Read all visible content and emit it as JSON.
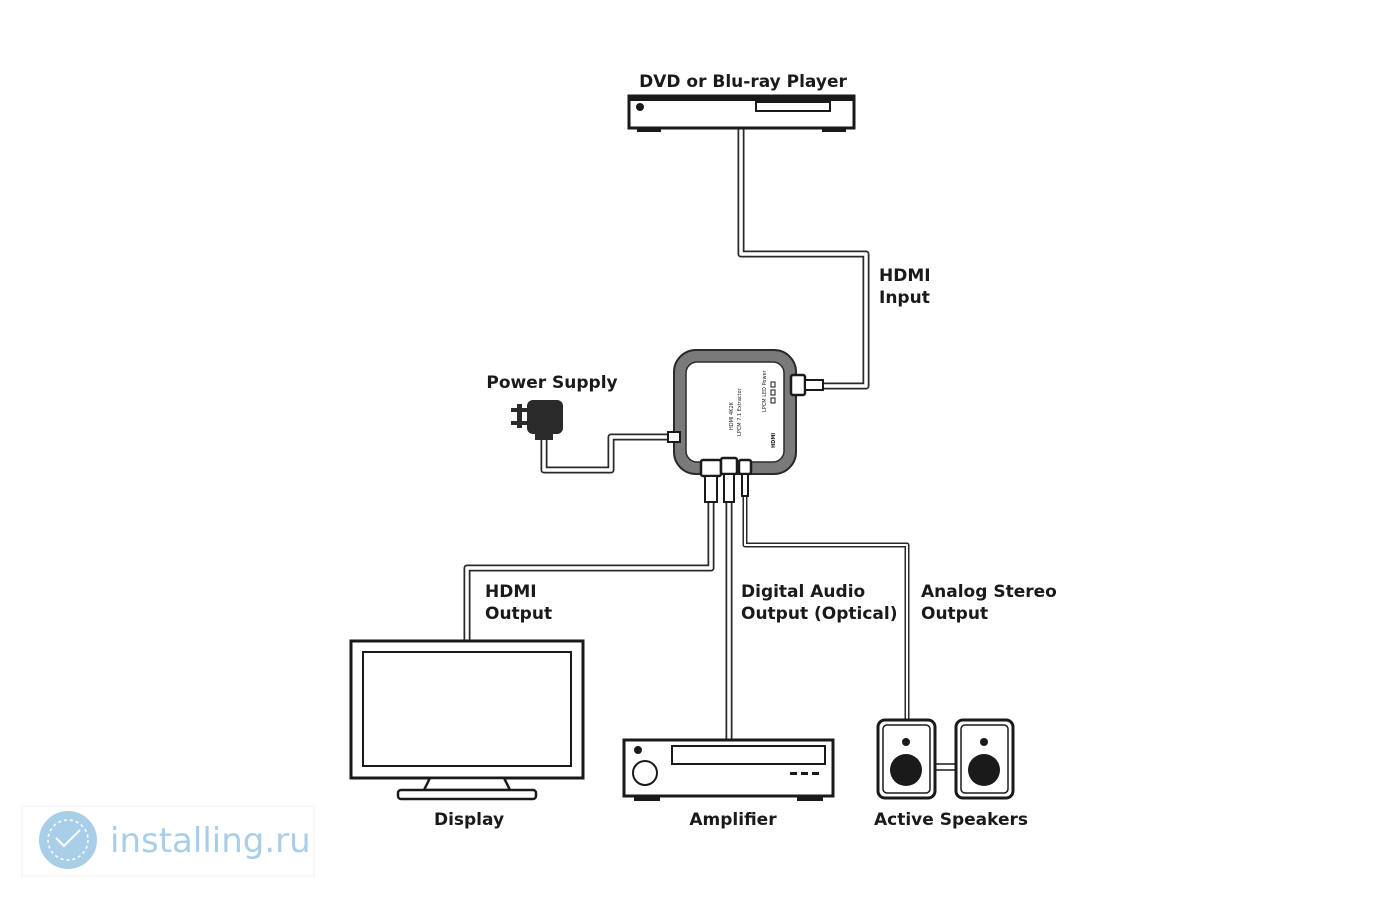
{
  "devices": {
    "player_label": "DVD or Blu-ray Player",
    "power_supply_label": "Power Supply",
    "display_label": "Display",
    "amplifier_label": "Amplifier",
    "speakers_label": "Active Speakers"
  },
  "connections": {
    "hdmi_input": [
      "HDMI",
      "Input"
    ],
    "hdmi_output": [
      "HDMI",
      "Output"
    ],
    "digital_audio_output": [
      "Digital Audio",
      "Output (Optical)"
    ],
    "analog_stereo_output": [
      "Analog Stereo",
      "Output"
    ]
  },
  "hub_device": {
    "model_line_1": "HDMI 4K2K",
    "model_line_2": "LPCM 7.1 Extractor",
    "indicator_text": "LPCM LED Power",
    "hdmi_logo": "HDMI"
  },
  "watermark": {
    "text": "installing.ru",
    "color": "#a9cfe8"
  }
}
